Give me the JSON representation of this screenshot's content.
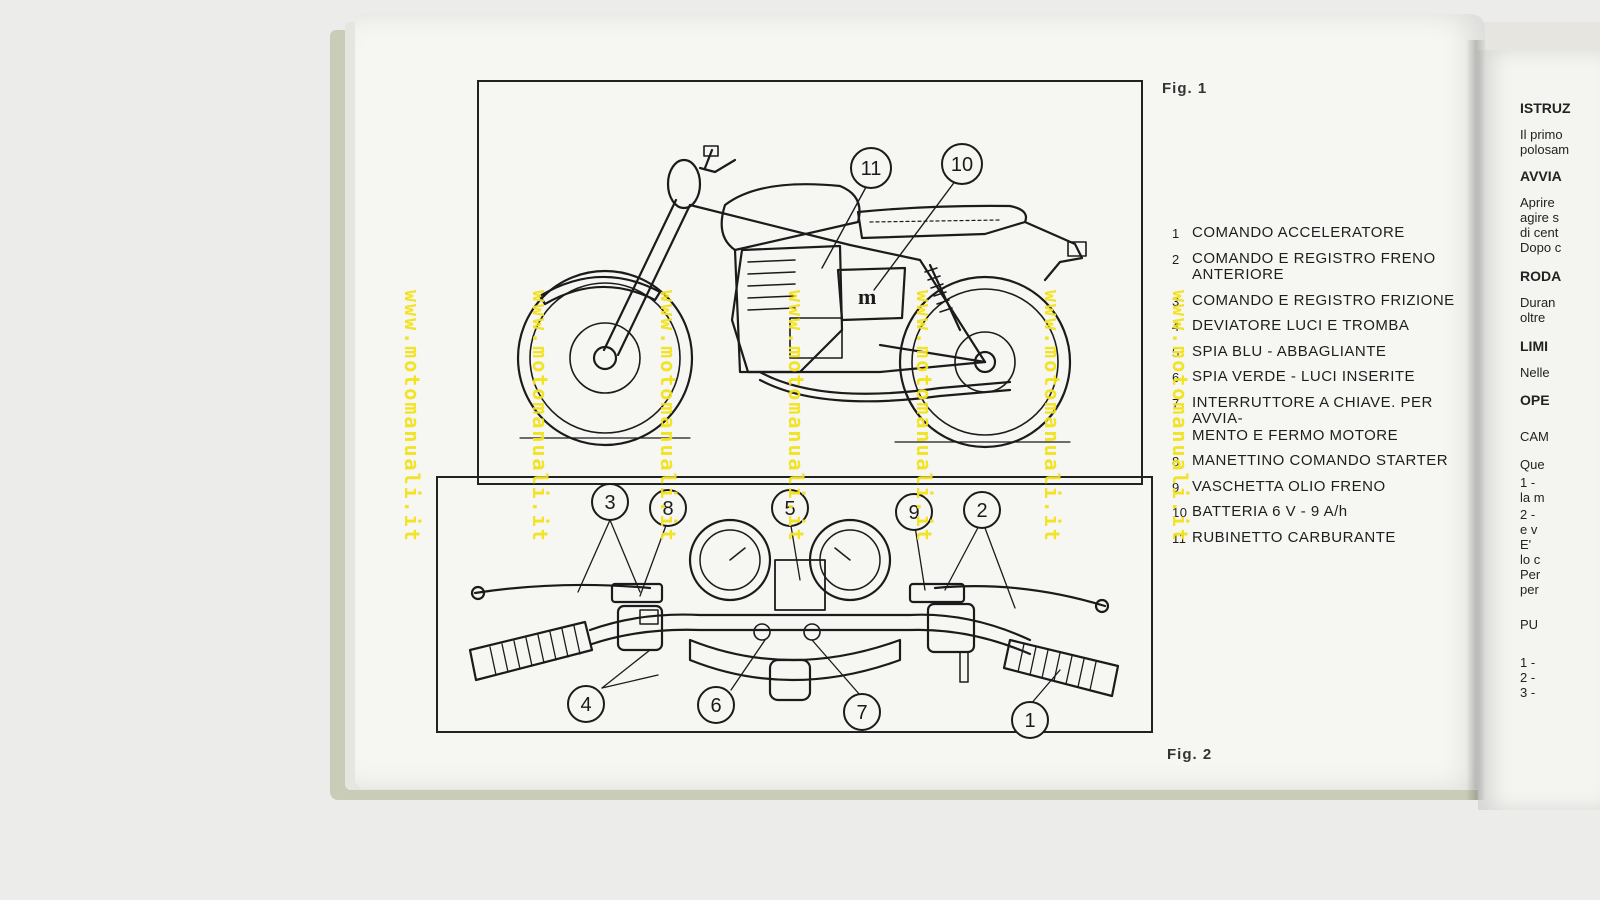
{
  "figures": {
    "fig1_label": "Fig. 1",
    "fig2_label": "Fig. 2"
  },
  "callouts": [
    "11",
    "10",
    "3",
    "8",
    "5",
    "9",
    "2",
    "4",
    "6",
    "7",
    "1"
  ],
  "legend": [
    {
      "num": "1",
      "text": "COMANDO ACCELERATORE"
    },
    {
      "num": "2",
      "text": "COMANDO E REGISTRO FRENO\nANTERIORE"
    },
    {
      "num": "3",
      "text": "COMANDO E REGISTRO FRIZIONE"
    },
    {
      "num": "4",
      "text": "DEVIATORE LUCI E TROMBA"
    },
    {
      "num": "5",
      "text": "SPIA BLU - ABBAGLIANTE"
    },
    {
      "num": "6",
      "text": "SPIA VERDE - LUCI INSERITE"
    },
    {
      "num": "7",
      "text": "INTERRUTTORE A CHIAVE. PER AVVIA-\nMENTO E FERMO MOTORE"
    },
    {
      "num": "8",
      "text": "MANETTINO COMANDO STARTER"
    },
    {
      "num": "9",
      "text": "VASCHETTA OLIO FRENO"
    },
    {
      "num": "10",
      "text": "BATTERIA 6 V - 9 A/h"
    },
    {
      "num": "11",
      "text": "RUBINETTO CARBURANTE"
    }
  ],
  "right_page": [
    {
      "text": "ISTRUZ",
      "heading": true
    },
    {
      "text": "Il primo",
      "heading": false
    },
    {
      "text": "polosam",
      "heading": false
    },
    {
      "text": "AVVIA",
      "heading": true
    },
    {
      "text": "Aprire",
      "heading": false
    },
    {
      "text": "agire s",
      "heading": false
    },
    {
      "text": "di cent",
      "heading": false
    },
    {
      "text": "Dopo c",
      "heading": false
    },
    {
      "text": "RODA",
      "heading": true
    },
    {
      "text": "Duran",
      "heading": false
    },
    {
      "text": "oltre",
      "heading": false
    },
    {
      "text": "LIMI",
      "heading": true
    },
    {
      "text": "Nelle",
      "heading": false
    },
    {
      "text": "OPE",
      "heading": true
    },
    {
      "text": "CAM",
      "heading": false
    },
    {
      "text": "Que",
      "heading": false
    },
    {
      "text": "1 -",
      "heading": false
    },
    {
      "text": "la m",
      "heading": false
    },
    {
      "text": "2 -",
      "heading": false
    },
    {
      "text": "e v",
      "heading": false
    },
    {
      "text": "E'",
      "heading": false
    },
    {
      "text": "lo c",
      "heading": false
    },
    {
      "text": "Per",
      "heading": false
    },
    {
      "text": "per",
      "heading": false
    },
    {
      "text": "PU",
      "heading": false
    },
    {
      "text": "1 -",
      "heading": false
    },
    {
      "text": "2 -",
      "heading": false
    },
    {
      "text": "3 -",
      "heading": false
    }
  ],
  "watermark": "www.motomanuali.it"
}
